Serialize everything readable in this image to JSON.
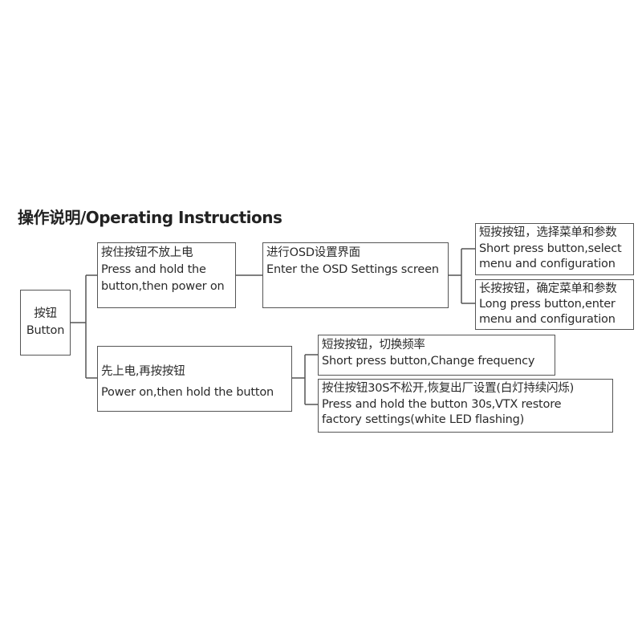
{
  "title": "操作说明/Operating Instructions",
  "root": {
    "zh": "按钮",
    "en": "Button"
  },
  "branch_a": {
    "zh": "按住按钮不放上电",
    "en1": "Press and hold the",
    "en2": "button,then power on",
    "next": {
      "zh": "进行OSD设置界面",
      "en": "Enter the OSD Settings screen"
    },
    "options": [
      {
        "zh": "短按按钮，选择菜单和参数",
        "en1": "Short press button,select",
        "en2": "menu and configuration"
      },
      {
        "zh": "长按按钮，确定菜单和参数",
        "en1": "Long press button,enter",
        "en2": "menu and configuration"
      }
    ]
  },
  "branch_b": {
    "zh": "先上电,再按按钮",
    "en": "Power on,then hold the button",
    "options": [
      {
        "zh": "短按按钮，切换频率",
        "en1": "Short press button,Change frequency"
      },
      {
        "zh": "按住按钮30S不松开,恢复出厂设置(白灯持续闪烁)",
        "en1": "Press and hold the button 30s,VTX restore",
        "en2": "factory settings(white LED flashing)"
      }
    ]
  }
}
